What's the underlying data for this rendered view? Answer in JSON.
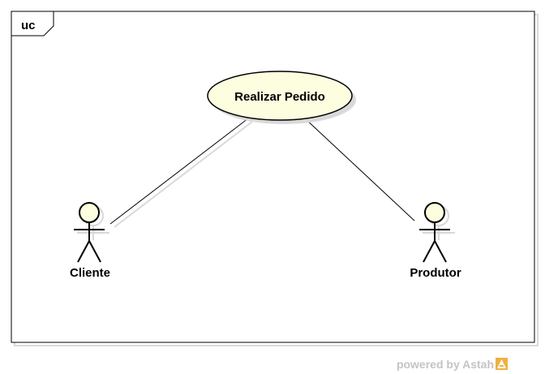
{
  "frame": {
    "tag": "uc"
  },
  "use_cases": [
    {
      "label": "Realizar Pedido"
    }
  ],
  "actors": [
    {
      "label": "Cliente"
    },
    {
      "label": "Produtor"
    }
  ],
  "watermark": {
    "text": "powered by Astah",
    "logo": "astah-logo-icon"
  },
  "colors": {
    "usecase_fill": "#fdfde0",
    "actor_head_fill": "#fdfde0",
    "shadow": "#d9d9d9",
    "watermark_text": "#c4c4c4",
    "logo": "#f0b040"
  }
}
